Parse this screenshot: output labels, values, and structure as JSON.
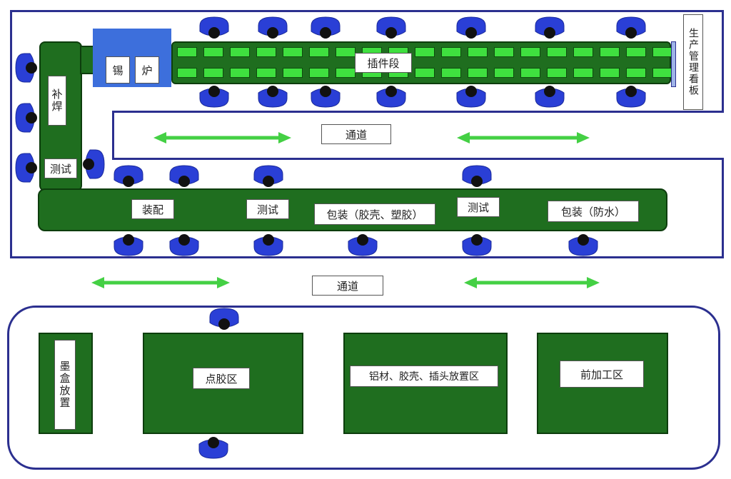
{
  "workshop": {
    "solder_area": "插件段",
    "furnace": [
      "锡",
      "炉"
    ],
    "patch_weld": "补焊",
    "test_left": "测试",
    "production_board": "生产管理看板",
    "aisle_top": "通道",
    "assembly": "装配",
    "test_mid": "测试",
    "pack_glue": "包装（胶壳、塑胶）",
    "test_right": "测试",
    "pack_water": "包装（防水）",
    "aisle_mid": "通道",
    "ink_box": "墨盒放置",
    "glue_area": "点胶区",
    "material_area": "铝材、胶壳、插头放置区",
    "processing_area": "前加工区"
  },
  "colors": {
    "frame": "#2b2f8f",
    "table": "#1f6e1f",
    "conveyor_cell": "#3fe03f",
    "arrow": "#44d044",
    "person": "#2a3fd6",
    "furnace_bg": "#3d6fdc"
  },
  "icons": {
    "person": "worker-icon",
    "arrow": "double-arrow-icon"
  }
}
